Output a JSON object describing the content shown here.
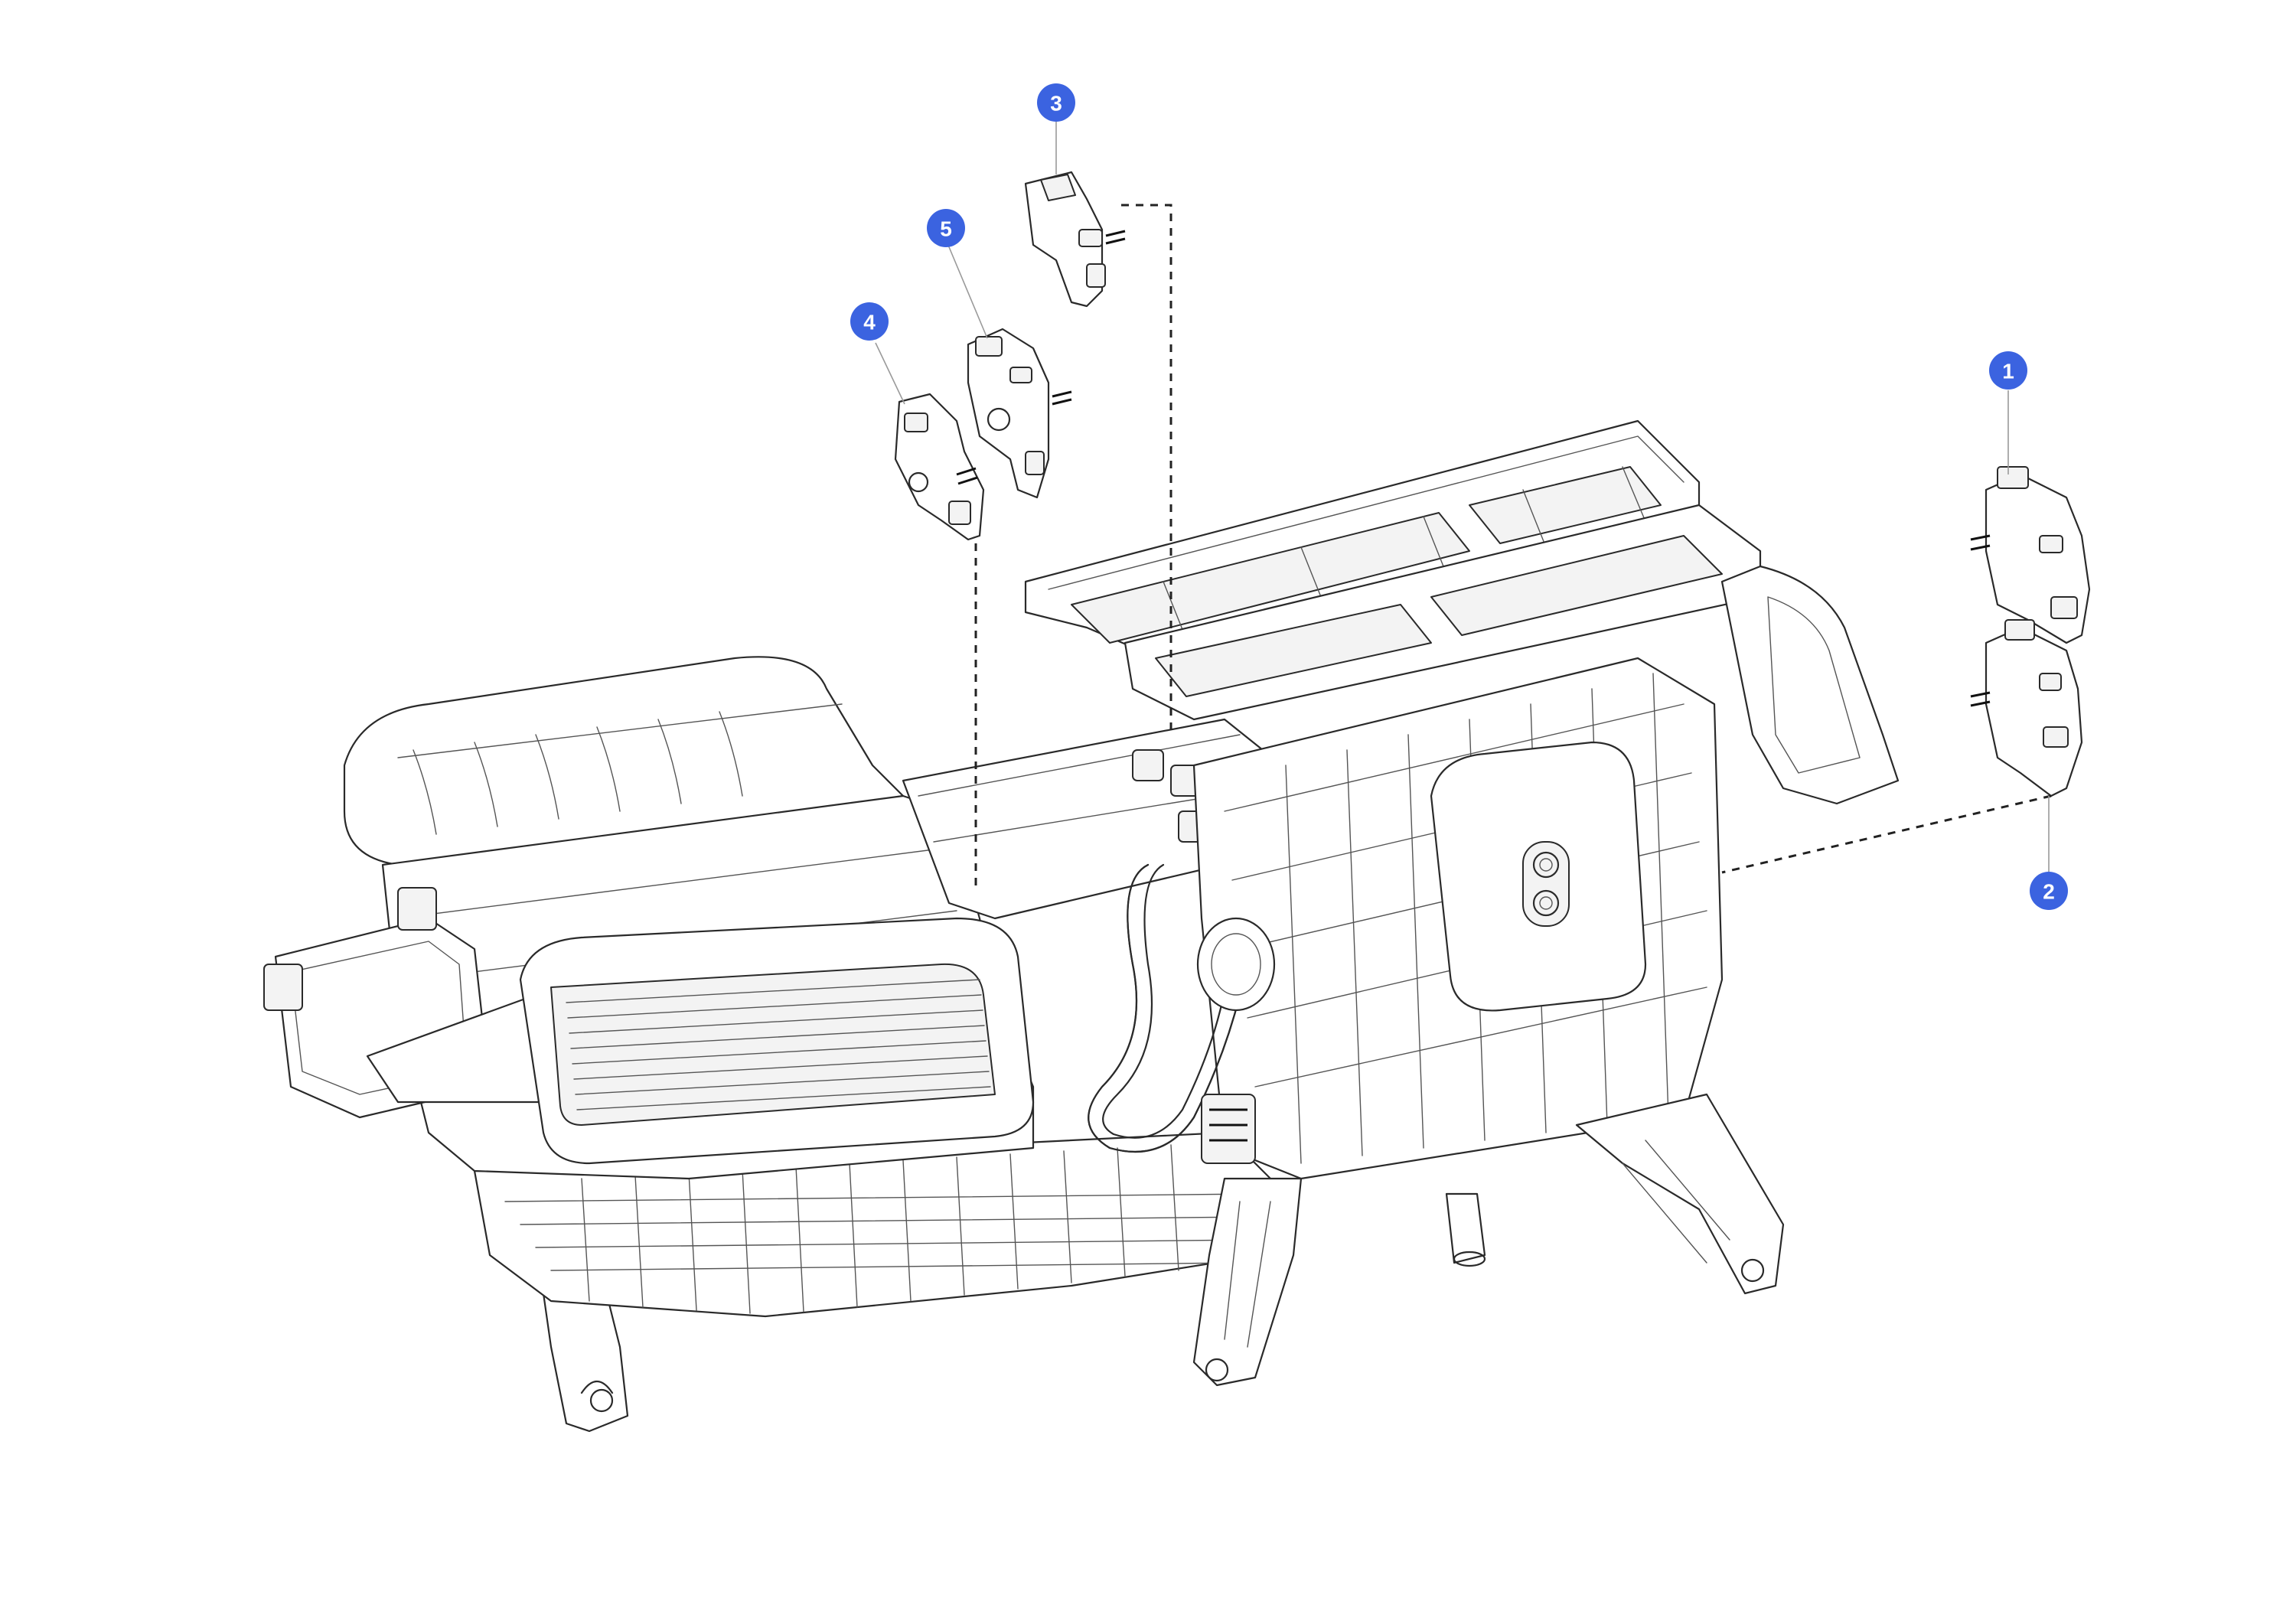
{
  "callout_color": "#3b63e0",
  "callouts": [
    {
      "id": "1",
      "label": "1"
    },
    {
      "id": "2",
      "label": "2"
    },
    {
      "id": "3",
      "label": "3"
    },
    {
      "id": "4",
      "label": "4"
    },
    {
      "id": "5",
      "label": "5"
    }
  ],
  "parts": [
    {
      "id": "hvac-housing-assembly",
      "icon": "hvac-unit-icon"
    },
    {
      "id": "actuator-1",
      "icon": "actuator-icon"
    },
    {
      "id": "actuator-2",
      "icon": "actuator-icon"
    },
    {
      "id": "actuator-3",
      "icon": "actuator-icon"
    },
    {
      "id": "actuator-4",
      "icon": "actuator-icon"
    },
    {
      "id": "actuator-5",
      "icon": "actuator-icon"
    }
  ]
}
